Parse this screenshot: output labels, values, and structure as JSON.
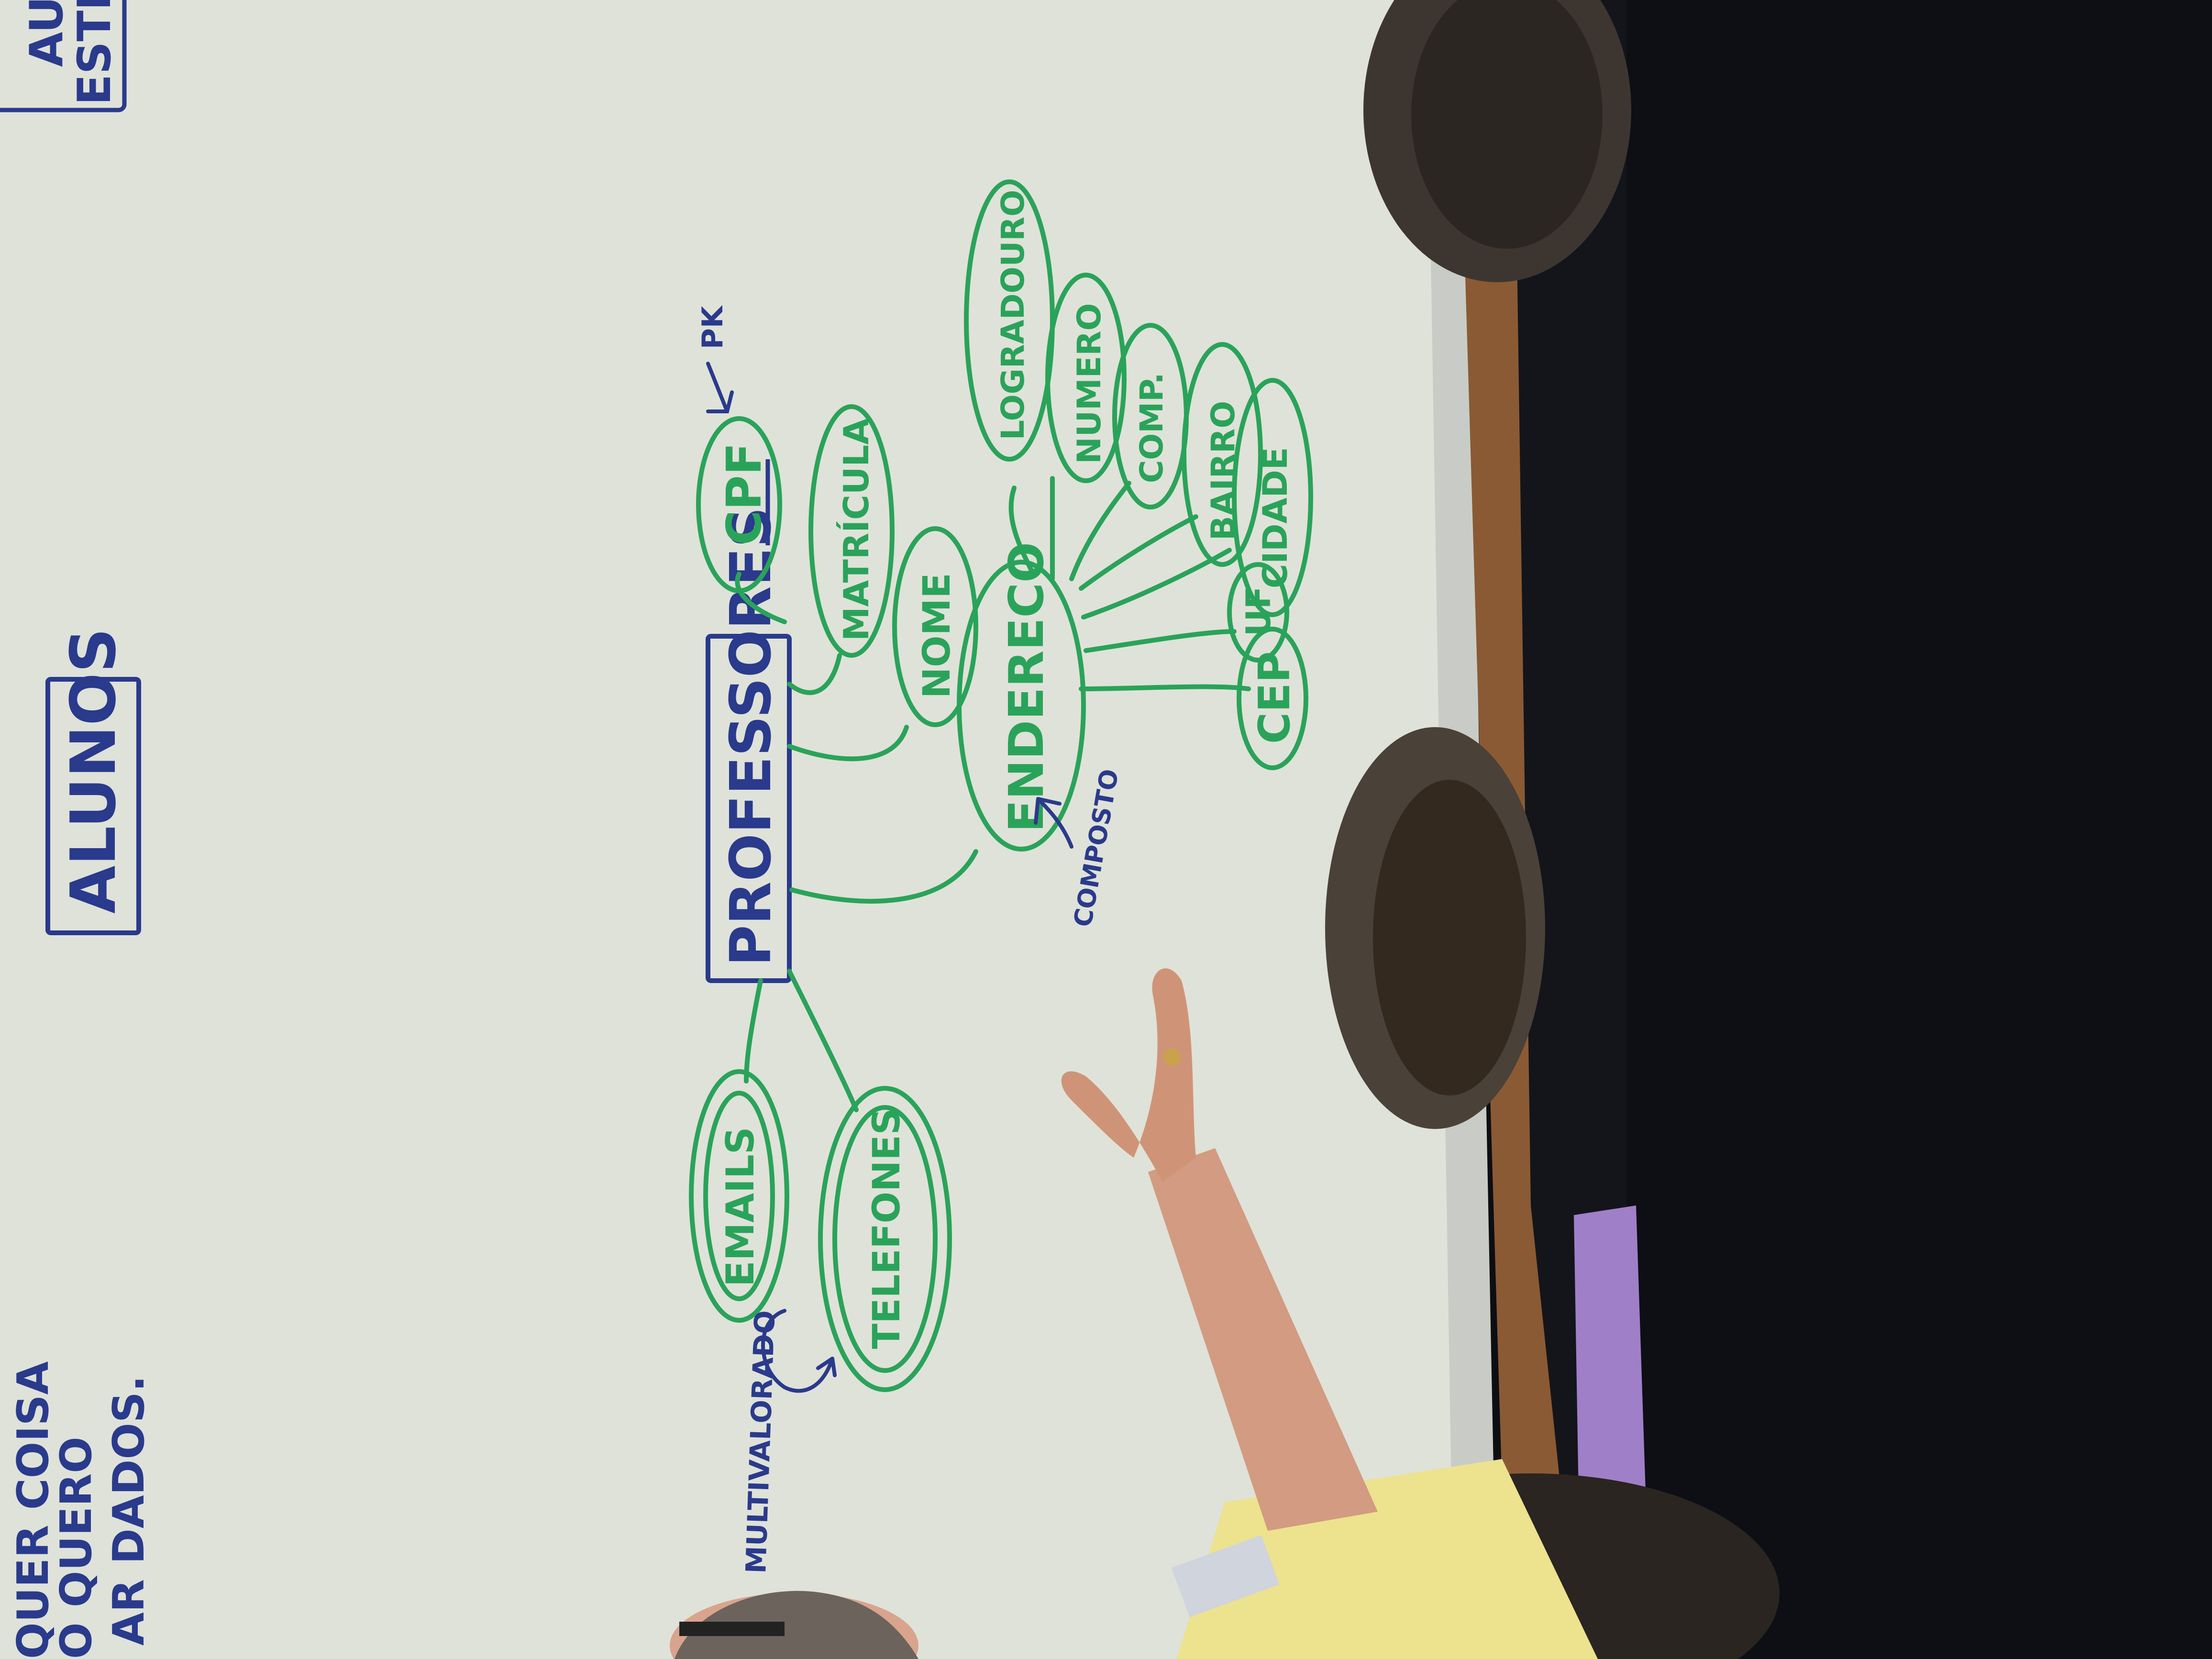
{
  "scene": {
    "kind": "photo-of-whiteboard",
    "orientation": "rotated-90-ccw",
    "ink_colors": {
      "diagram": "#2aa35a",
      "notes": "#2a3a8c"
    },
    "board_color": "#e4e7dc"
  },
  "board": {
    "corner_note": {
      "line1": "AUMI",
      "line2": "ESTM"
    },
    "left_notes": [
      "QUER COISA",
      "O QUERO",
      "AR DADOS."
    ],
    "entity_alunos": "ALUNOS",
    "entity_professores": "PROFESSORES",
    "pk_label": "PK",
    "composto_label": "COMPOSTO",
    "multivalorado_label": "MULTIVALORADO",
    "attributes": {
      "cpf": "CPF",
      "matricula": "MATRÍCULA",
      "nome": "NOME",
      "endereco": "ENDERECO",
      "emails": "EMAILS",
      "telefones": "TELEFONES"
    },
    "endereco_parts": {
      "logradouro": "LOGRADOURO",
      "numero": "NUMERO",
      "comp": "COMP.",
      "bairro": "BAIRRO",
      "cidade": "CIDADE",
      "uf": "UF",
      "cep": "CEP"
    }
  }
}
